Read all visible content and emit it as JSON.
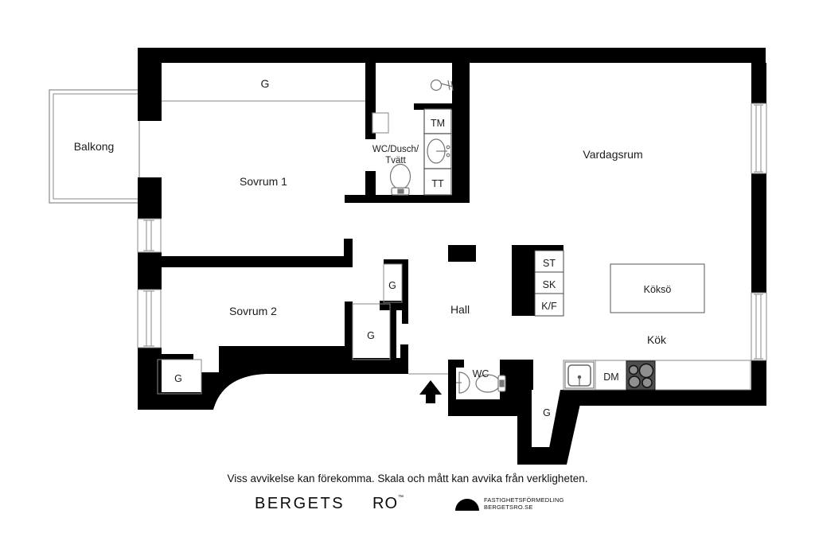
{
  "floorplan": {
    "labels": {
      "balcony": "Balkong",
      "bedroom1": "Sovrum 1",
      "bedroom2": "Sovrum 2",
      "living_room": "Vardagsrum",
      "hall": "Hall",
      "kitchen": "Kök",
      "kitchen_island": "Köksö",
      "bathroom_line1": "WC/Dusch/",
      "bathroom_line2": "Tvätt",
      "wc": "WC",
      "closet": "G",
      "washing_machine": "TM",
      "dryer": "TT",
      "tall_cabinet": "ST",
      "cabinet": "SK",
      "fridge_freezer": "K/F",
      "dishwasher": "DM"
    },
    "colors": {
      "wall": "#000000",
      "background": "#ffffff",
      "thin_line": "#8a8a8a",
      "stove_body": "#4d4d4d",
      "burner": "#8f8f8f"
    }
  },
  "footer": {
    "disclaimer": "Viss avvikelse kan förekomma. Skala och mått kan avvika från verkligheten.",
    "brand_left": "BERGETS",
    "brand_right": "RO",
    "brand_tm": "™",
    "logo_line1": "FASTIGHETSFÖRMEDLING",
    "logo_line2": "BERGETSRO.SE"
  }
}
